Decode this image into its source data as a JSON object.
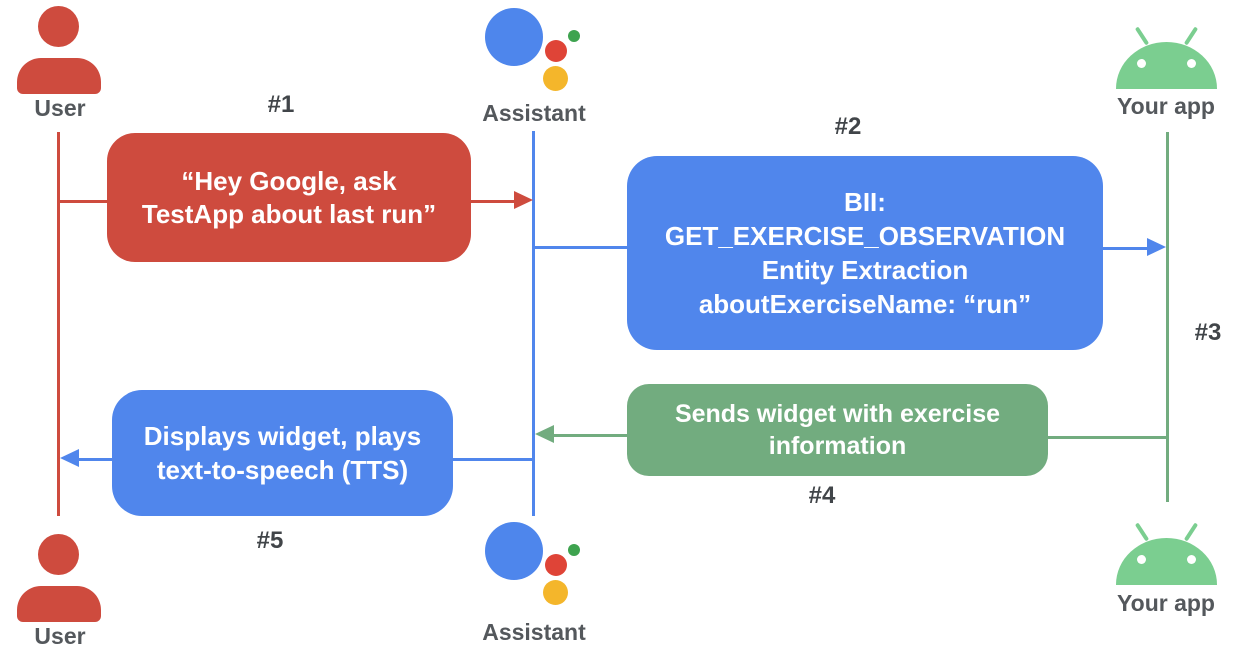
{
  "colors": {
    "red": "#CE4B3E",
    "blue": "#5086EC",
    "green": "#72AC7F",
    "android_green": "#7BCE90",
    "assistant_blue": "#4E86EC",
    "assistant_red": "#DF4437",
    "assistant_yellow": "#F4B62B",
    "assistant_green": "#3EA34F",
    "label_gray": "#54585C",
    "step_gray": "#414549"
  },
  "actors": {
    "user_top": "User",
    "assistant_top": "Assistant",
    "app_top": "Your app",
    "user_bottom": "User",
    "assistant_bottom": "Assistant",
    "app_bottom": "Your app"
  },
  "steps": {
    "s1": {
      "label": "#1",
      "message": "“Hey Google, ask\nTestApp about last run”"
    },
    "s2": {
      "label": "#2",
      "message": "BII:\nGET_EXERCISE_OBSERVATION\nEntity Extraction\naboutExerciseName: “run”"
    },
    "s3": {
      "label": "#3"
    },
    "s4": {
      "label": "#4",
      "message": "Sends widget with exercise\ninformation"
    },
    "s5": {
      "label": "#5",
      "message": "Displays widget, plays\ntext-to-speech (TTS)"
    }
  }
}
